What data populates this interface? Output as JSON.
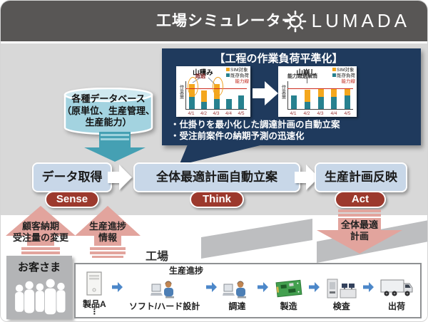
{
  "header": {
    "title": "工場シミュレーター",
    "logo_text": "LUMADA"
  },
  "panel": {
    "title": "【工程の作業負荷平準化】",
    "bullets": [
      "・仕掛りを最小化した調達計画の自動立案",
      "・受注前案件の納期予測の迅速化"
    ]
  },
  "chart_data": [
    {
      "type": "bar",
      "stacked": true,
      "title": "山積み",
      "annotation": "超過",
      "ylabel": "作業量",
      "categories": [
        "4/1",
        "4/2",
        "4/3",
        "4/4",
        "4/5"
      ],
      "series": [
        {
          "name": "既存負荷",
          "color": "#27818f",
          "values": [
            60,
            35,
            50,
            50,
            70
          ]
        },
        {
          "name": "SIM対象",
          "color": "#f4a71d",
          "values": [
            65,
            58,
            75,
            0,
            0
          ]
        }
      ],
      "capacity_line": {
        "label": "能力線",
        "value": 100,
        "color": "#cc2a1e"
      },
      "highlight_overflow": [
        0,
        2
      ],
      "ylim": [
        0,
        140
      ],
      "legend_position": "top-right",
      "grid": false
    },
    {
      "type": "bar",
      "stacked": true,
      "title": "山崩し",
      "annotation": "能力超過解消",
      "ylabel": "作業量",
      "categories": [
        "4/1",
        "4/2",
        "4/3",
        "4/4",
        "4/5"
      ],
      "series": [
        {
          "name": "既存負荷",
          "color": "#27818f",
          "values": [
            70,
            35,
            60,
            60,
            70
          ]
        },
        {
          "name": "SIM対象",
          "color": "#f4a71d",
          "values": [
            0,
            62,
            40,
            40,
            30
          ]
        }
      ],
      "capacity_line": {
        "label": "能力線",
        "value": 100,
        "color": "#cc2a1e"
      },
      "highlight_overflow": [],
      "ylim": [
        0,
        140
      ],
      "legend_position": "top-right",
      "grid": false
    }
  ],
  "database": {
    "line1": "各種データベース",
    "line2": "（原単位、生産管理、",
    "line3": "生産能力）"
  },
  "flow": {
    "sense": {
      "label": "データ取得",
      "tag": "Sense"
    },
    "think": {
      "label": "全体最適計画自動立案",
      "tag": "Think"
    },
    "act": {
      "label": "生産計画反映",
      "tag": "Act"
    }
  },
  "arrows": {
    "customer_change": {
      "line1": "顧客納期",
      "line2": "受注量の変更"
    },
    "progress_info": {
      "line1": "生産進捗",
      "line2": "情報"
    },
    "overall_plan": {
      "line1": "全体最適",
      "line2": "計画"
    }
  },
  "customer": {
    "label": "お客さま"
  },
  "factory": {
    "label": "工場",
    "progress_label": "生産進捗",
    "product": {
      "label": "製品A",
      "dots": "⋮"
    },
    "steps": [
      "ソフト/ハード設計",
      "調達",
      "製造",
      "検査",
      "出荷"
    ]
  },
  "colors": {
    "header_bg": "#585655",
    "panel_navy": "#1f3a5d",
    "flow_box_blue": "#c8d7e8",
    "pill_red": "#9c392d",
    "pink_arrow": "#e2a49d",
    "teal_arrow": "#45a0b3",
    "bar_teal": "#27818f",
    "bar_orange": "#f4a71d",
    "capacity_red": "#cc2a1e",
    "silhouette_gray": "#bdbec0"
  }
}
